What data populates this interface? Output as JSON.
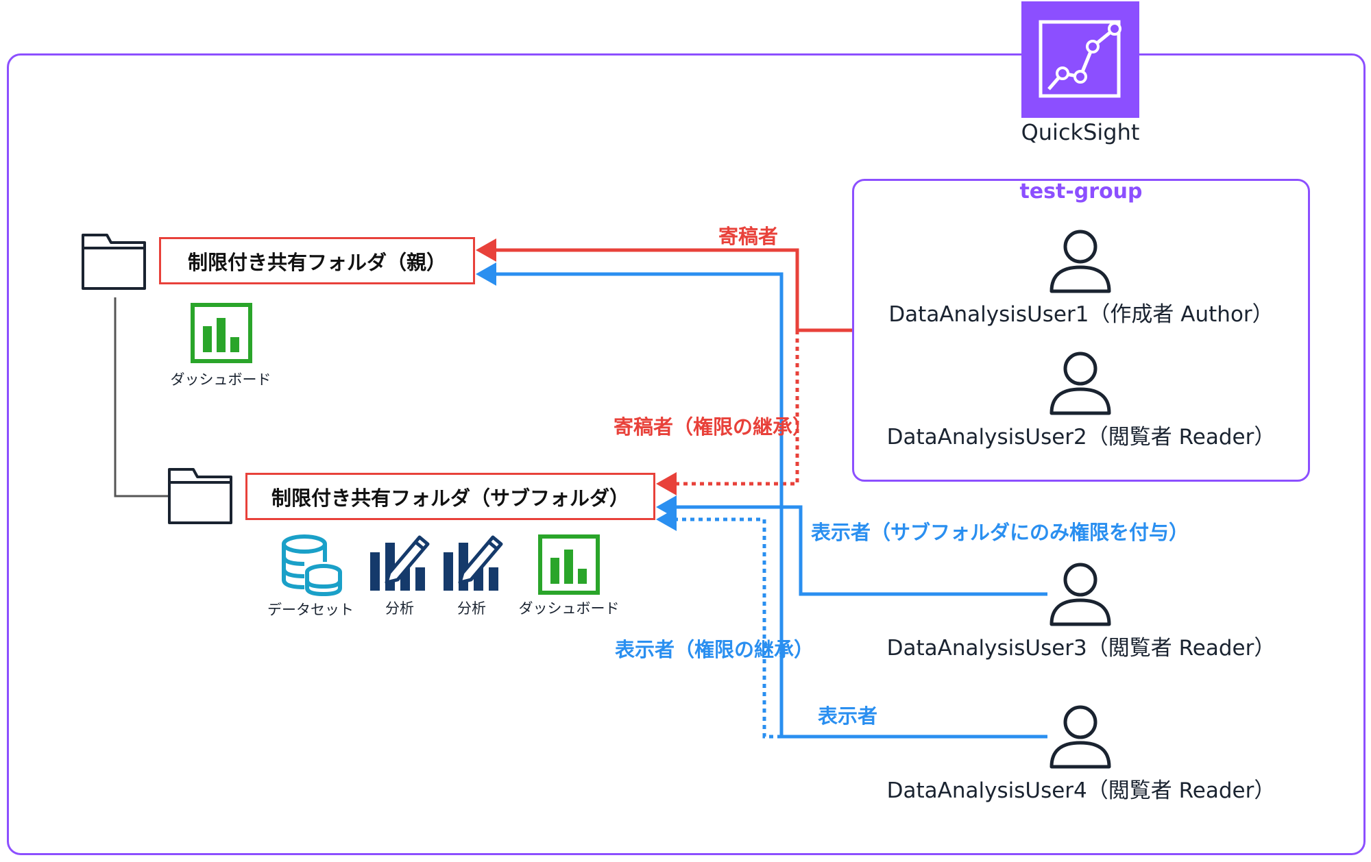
{
  "service": {
    "name": "QuickSight"
  },
  "group": {
    "name": "test-group"
  },
  "folders": {
    "parent": {
      "label": "制限付き共有フォルダ（親）"
    },
    "sub": {
      "label": "制限付き共有フォルダ（サブフォルダ）"
    }
  },
  "assets": {
    "parent_dashboard": "ダッシュボード",
    "dataset": "データセット",
    "analysis_1": "分析",
    "analysis_2": "分析",
    "sub_dashboard": "ダッシュボード"
  },
  "users": [
    {
      "name": "DataAnalysisUser1（作成者 Author）"
    },
    {
      "name": "DataAnalysisUser2（閲覧者 Reader）"
    },
    {
      "name": "DataAnalysisUser3（閲覧者 Reader）"
    },
    {
      "name": "DataAnalysisUser4（閲覧者 Reader）"
    }
  ],
  "edges": {
    "contributor": "寄稿者",
    "contributor_inherited": "寄稿者（権限の継承）",
    "viewer_sub_only": "表示者（サブフォルダにのみ権限を付与）",
    "viewer_inherited": "表示者（権限の継承）",
    "viewer": "表示者"
  },
  "colors": {
    "frame": "#8c4fff",
    "contributor": "#e8413a",
    "viewer": "#2a8ff0",
    "dashboard_icon": "#2aa52a",
    "analysis_icon": "#153a6b",
    "dataset_icon": "#1aa0c8"
  }
}
